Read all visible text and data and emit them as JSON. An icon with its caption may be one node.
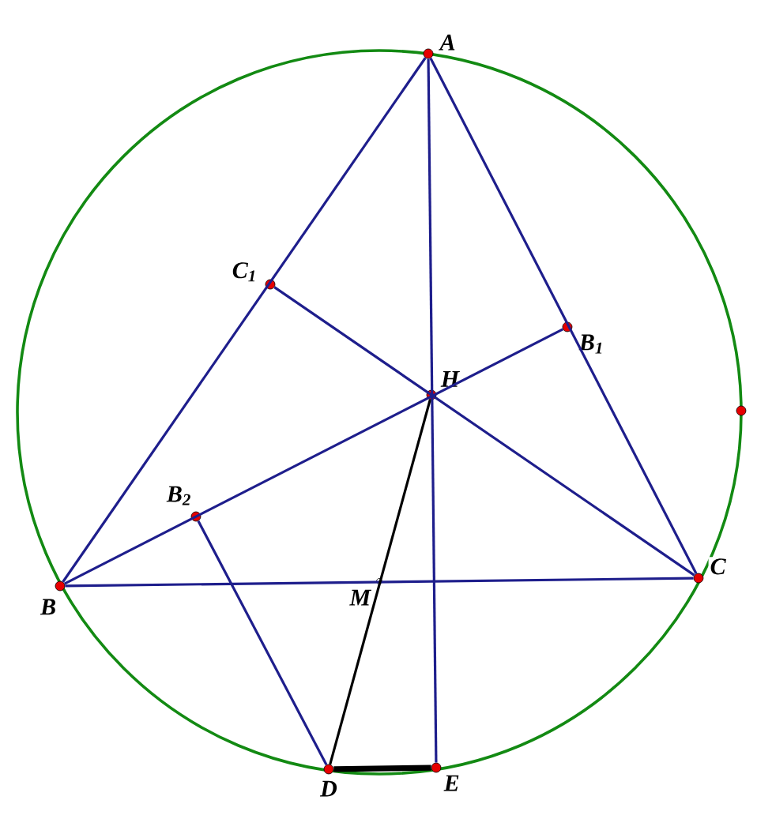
{
  "diagram": {
    "nodes": [
      {
        "text": [
          "A"
        ]
      },
      {
        "text": [
          "C$_{1}$"
        ]
      },
      {
        "text": [
          "B$_{1}$"
        ]
      },
      {
        "text": [
          "H"
        ]
      },
      {
        "text": [],
        "shape": "circle"
      },
      {
        "text": [
          "B$_{2}$"
        ]
      },
      {
        "text": [
          "C"
        ]
      },
      {
        "text": [
          "B"
        ]
      },
      {
        "text": [
          "M"
        ]
      },
      {
        "text": [
          "D"
        ]
      },
      {
        "text": [
          "E"
        ]
      }
    ],
    "edges": [
      {
        "from": 0,
        "to": 7,
        "arrow": "none"
      },
      {
        "from": 0,
        "to": 6,
        "arrow": "none"
      },
      {
        "from": 7,
        "to": 6,
        "arrow": "none"
      },
      {
        "from": 0,
        "to": 10,
        "arrow": "none"
      },
      {
        "from": 7,
        "to": 2,
        "arrow": "none"
      },
      {
        "from": 6,
        "to": 1,
        "arrow": "none"
      },
      {
        "from": 5,
        "to": 9,
        "arrow": "none"
      },
      {
        "from": 3,
        "to": 9,
        "arrow": "none",
        "color": "#000000"
      },
      {
        "from": 9,
        "to": 10,
        "arrow": "none",
        "color": "#000000",
        "style": "thick"
      }
    ]
  }
}
